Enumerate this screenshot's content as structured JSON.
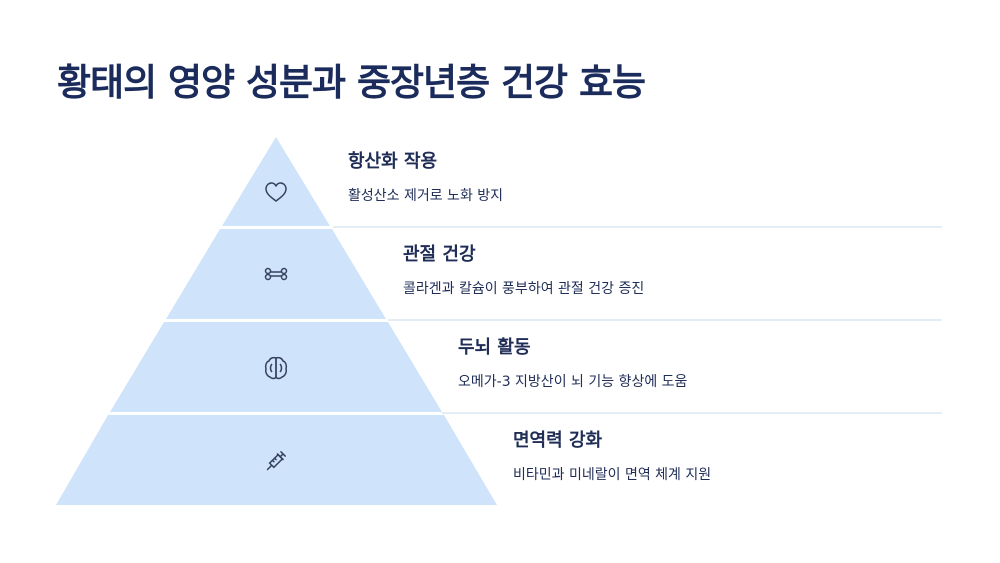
{
  "title": "황태의 영양 성분과 중장년층 건강 효능",
  "colors": {
    "tier_fill": "#cfe3fb",
    "divider": "#c9d9ea",
    "text": "#1f2d57",
    "title": "#1a2b5c",
    "icon": "#34415f"
  },
  "tiers": [
    {
      "heading": "항산화 작용",
      "description": "활성산소 제거로 노화 방지",
      "icon": "heart-icon"
    },
    {
      "heading": "관절 건강",
      "description": "콜라겐과 칼슘이 풍부하여 관절 건강 증진",
      "icon": "bone-icon"
    },
    {
      "heading": "두뇌 활동",
      "description": "오메가-3 지방산이 뇌 기능 향상에 도움",
      "icon": "brain-icon"
    },
    {
      "heading": "면역력 강화",
      "description": "비타민과 미네랄이 면역 체계 지원",
      "icon": "syringe-icon"
    }
  ]
}
